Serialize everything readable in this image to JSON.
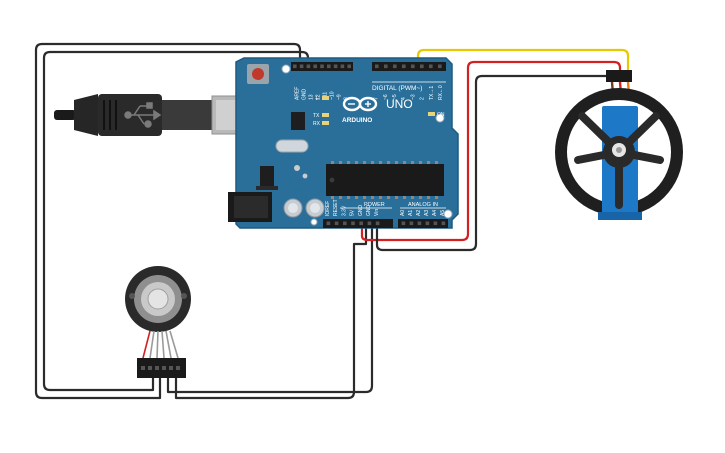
{
  "colors": {
    "board": "#2a6f9a",
    "board_edge": "#1f5a80",
    "wire_black": "#2b2b2b",
    "wire_red": "#d42020",
    "wire_yellow": "#e8c800",
    "servo_blue": "#1e78c8",
    "reset_button": "#c0392b"
  },
  "board": {
    "brand": "ARDUINO",
    "model": "UNO",
    "digital_label": "DIGITAL (PWM~)",
    "power_label": "POWER",
    "analog_label": "ANALOG IN",
    "on_label": "ON",
    "l_label": "L",
    "tx_label": "TX",
    "rx_label": "RX",
    "top_pins": [
      "AREF",
      "GND",
      "13",
      "12",
      "~11",
      "~10",
      "~9",
      "8",
      "7",
      "~6",
      "~5",
      "4",
      "~3",
      "2",
      "TX→1",
      "RX←0"
    ],
    "power_pins": [
      "IOREF",
      "RESET",
      "3.3V",
      "5V",
      "GND",
      "GND",
      "Vin"
    ],
    "analog_pins": [
      "A0",
      "A1",
      "A2",
      "A3",
      "A4",
      "A5"
    ]
  },
  "components": {
    "usb_cable": "usb-cable-icon",
    "servo": "servo-motor-icon",
    "encoder": "rotary-encoder-icon",
    "chip": "atmega-chip-icon"
  }
}
